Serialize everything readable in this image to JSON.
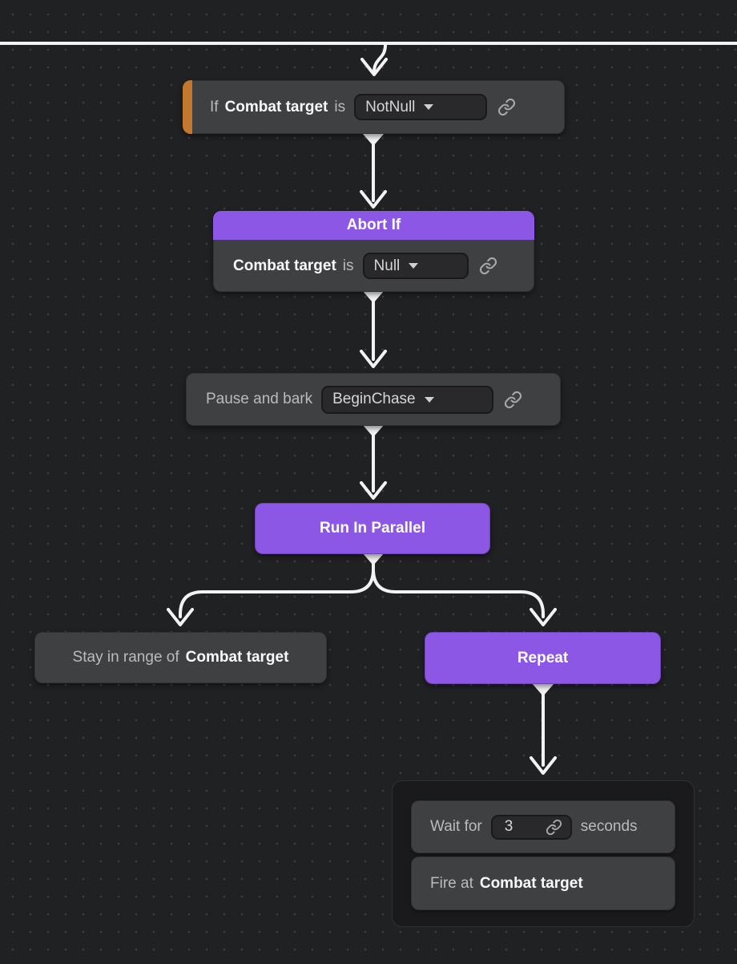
{
  "colors": {
    "background": "#202123",
    "dot": "#3c3d3f",
    "node_bg": "#3f4042",
    "node_text_muted": "#b9bbbd",
    "node_text_strong": "#fafafa",
    "purple": "#8d57e5",
    "orange": "#c2782f",
    "wire": "#f3f3f3",
    "control_bg": "#29292b",
    "control_border": "#19191b",
    "control_text": "#d5d6d8",
    "group_bg": "#1a1a1c",
    "group_border": "#313134",
    "link_icon": "#a6a8aa",
    "caret": "#cfd0d2"
  },
  "icons": {
    "link": "chain-link",
    "dropdown_caret": "chevron-down",
    "output_port": "triangle-down",
    "arrowhead": "chevron-down-arrow"
  },
  "nodes": {
    "condition_if": {
      "prefix": "If",
      "variable": "Combat target",
      "operator_word": "is",
      "dropdown_value": "NotNull"
    },
    "abort_if": {
      "title": "Abort If",
      "variable": "Combat target",
      "operator_word": "is",
      "dropdown_value": "Null"
    },
    "pause_and_bark": {
      "label": "Pause and bark",
      "dropdown_value": "BeginChase"
    },
    "run_in_parallel": {
      "title": "Run In Parallel"
    },
    "stay_in_range": {
      "label": "Stay in range of",
      "variable": "Combat target"
    },
    "repeat": {
      "title": "Repeat"
    },
    "wait": {
      "label": "Wait for",
      "value": "3",
      "unit": "seconds"
    },
    "fire_at": {
      "label": "Fire at",
      "variable": "Combat target"
    }
  }
}
